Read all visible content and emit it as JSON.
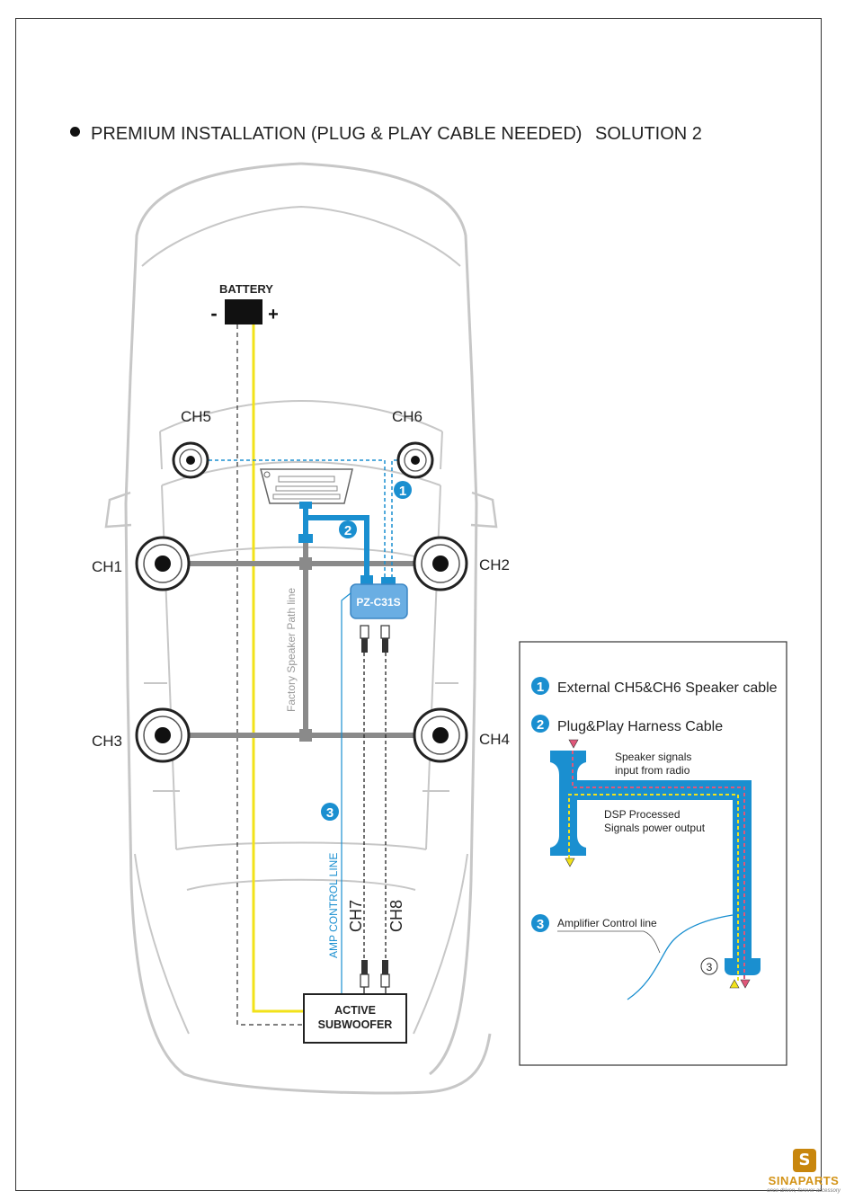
{
  "header": {
    "title": "PREMIUM INSTALLATION (PLUG & PLAY CABLE NEEDED)",
    "solution": "SOLUTION 2"
  },
  "battery": {
    "label": "BATTERY",
    "minus": "-",
    "plus": "+"
  },
  "channels": {
    "ch1": "CH1",
    "ch2": "CH2",
    "ch3": "CH3",
    "ch4": "CH4",
    "ch5": "CH5",
    "ch6": "CH6",
    "ch7": "CH7",
    "ch8": "CH8"
  },
  "dsp_label": "PZ-C31S",
  "factory_path_label": "Factory Speaker Path line",
  "amp_control_label": "AMP CONTROL LINE",
  "subwoofer": {
    "line1": "ACTIVE",
    "line2": "SUBWOOFER"
  },
  "markers": {
    "m1": "1",
    "m2": "2",
    "m3": "3"
  },
  "legend": {
    "item1": "External CH5&CH6 Speaker cable",
    "item2": "Plug&Play Harness Cable",
    "input_line1": "Speaker signals",
    "input_line2": "input from radio",
    "output_line1": "DSP Processed",
    "output_line2": "Signals power output",
    "item3": "Amplifier  Control line",
    "circle3": "3"
  },
  "logo": {
    "mark": "S",
    "name": "SINAPARTS",
    "tagline": "once driven, forever accessory"
  },
  "colors": {
    "blue": "#1a8fd0",
    "dsp_fill": "#6aaee3",
    "battery_wire": "#f2e21a",
    "gray_path": "#8a8a8a",
    "car_outline": "#c7c7c7",
    "pink_signal": "#e0577a"
  }
}
